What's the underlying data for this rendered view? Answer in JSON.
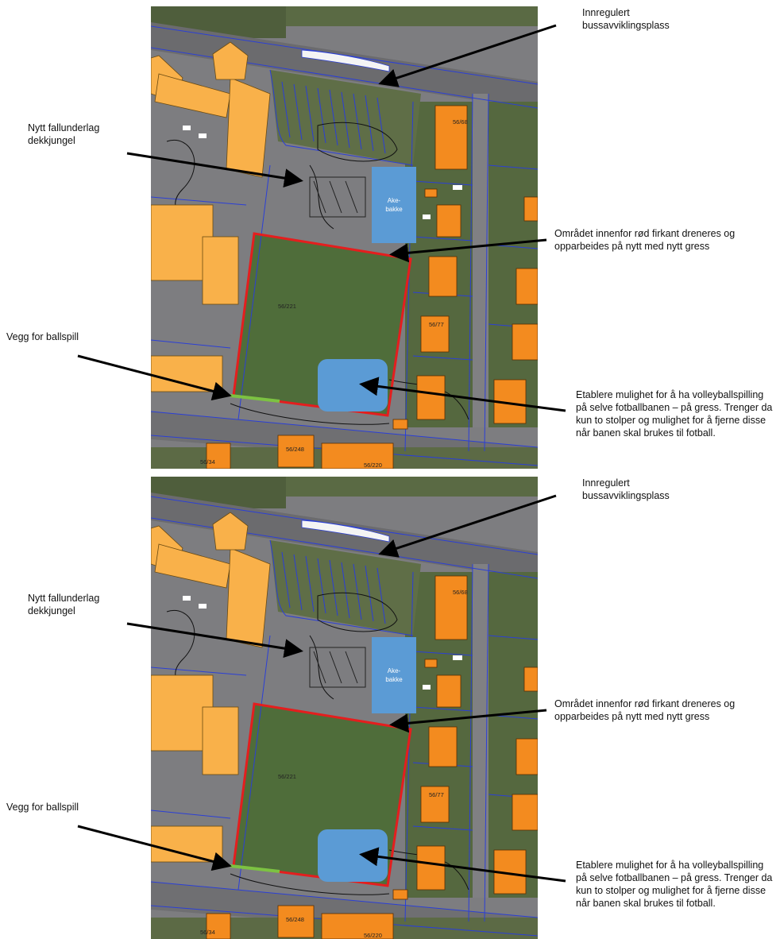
{
  "panels": [
    {
      "annotations": {
        "bus": "Innregulert\nbussavviklingsplass",
        "fall": "Nytt fallunderlag\ndekkjungel",
        "area": "Området innenfor rød firkant dreneres og\nopparbeides på nytt med nytt gress",
        "wall": "Vegg for ballspill",
        "volley": "Etablere mulighet for å ha volleyballspilling\npå selve fotballbanen – på gress. Trenger da\nkun to stolper og mulighet for å fjerne disse\nnår banen skal brukes til fotball."
      },
      "map_labels": {
        "ake": "Ake-\nbakke",
        "p221": "56/221",
        "p68": "56/68",
        "p77": "56/77",
        "p220": "56/220",
        "p248": "56/248",
        "p34": "56/34"
      }
    },
    {
      "annotations": {
        "bus": "Innregulert\nbussavviklingsplass",
        "fall": "Nytt fallunderlag\ndekkjungel",
        "area": "Området innenfor rød firkant dreneres og\nopparbeides på nytt med nytt gress",
        "wall": "Vegg for ballspill",
        "volley": "Etablere mulighet for å ha volleyballspilling\npå selve fotballbanen – på gress. Trenger da\nkun to stolper og mulighet for å fjerne disse\nnår banen skal brukes til fotball."
      },
      "map_labels": {
        "ake": "Ake-\nbakke",
        "p221": "56/221",
        "p68": "56/68",
        "p77": "56/77",
        "p220": "56/220",
        "p248": "56/248",
        "p34": "56/34"
      }
    }
  ],
  "colors": {
    "building_light": "#f9b14a",
    "building_dark": "#f38b1f",
    "field_outline": "#e41e1e",
    "blue_area": "#5b9bd5",
    "wall_green": "#7cc242",
    "parcel_lines": "#2b3fd6",
    "grass": "#4e6b3a",
    "asphalt": "#77777a"
  }
}
